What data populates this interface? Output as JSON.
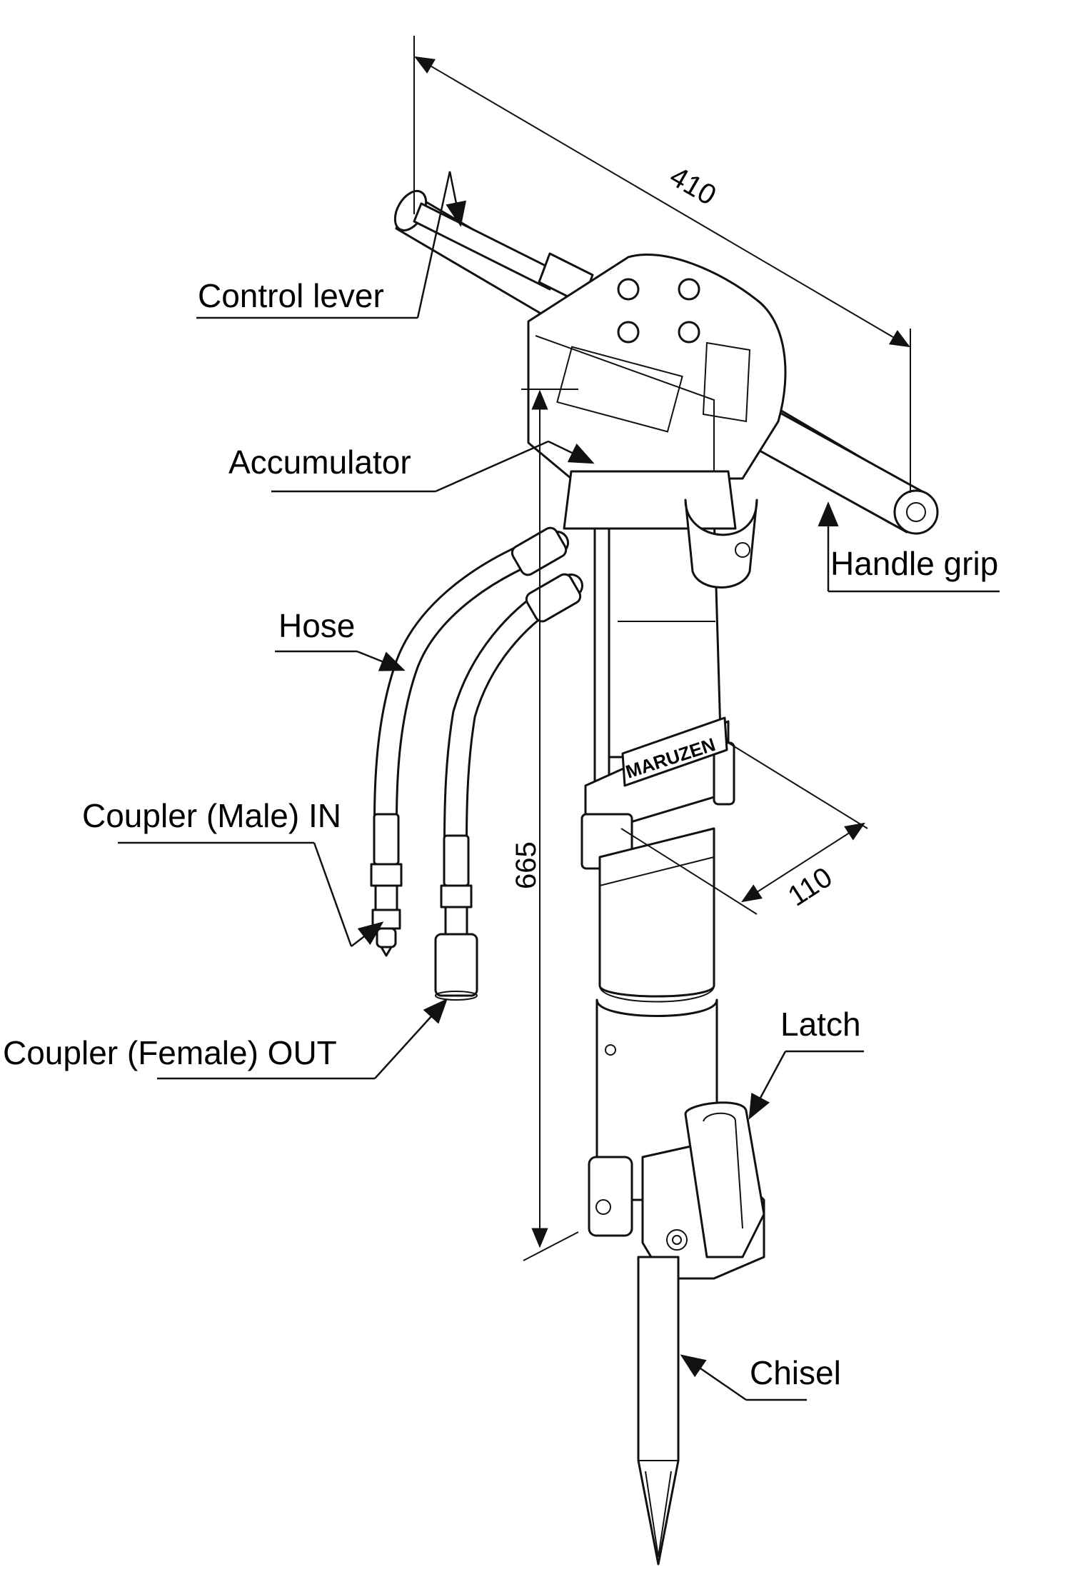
{
  "labels": {
    "control_lever": "Control lever",
    "accumulator": "Accumulator",
    "handle_grip": "Handle grip",
    "hose": "Hose",
    "coupler_male_in": "Coupler (Male) IN",
    "coupler_female_out": "Coupler (Female) OUT",
    "latch": "Latch",
    "chisel": "Chisel"
  },
  "dimensions": {
    "width": "410",
    "height": "665",
    "depth": "110"
  },
  "brand": "MARUZEN"
}
